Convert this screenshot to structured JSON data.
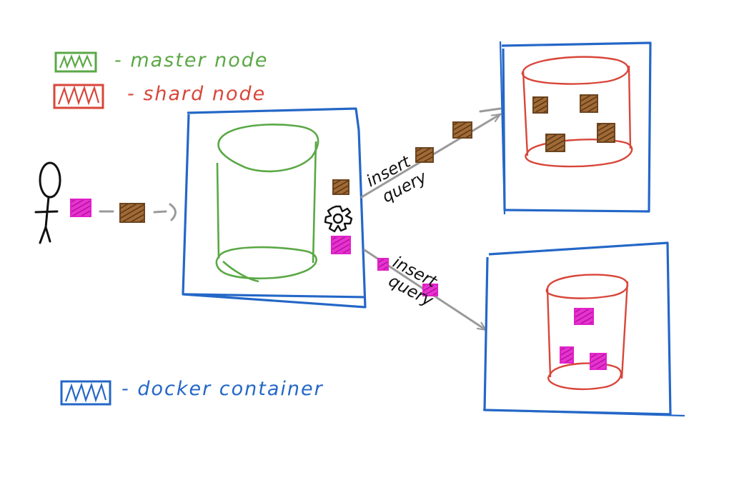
{
  "legend": {
    "master": {
      "label": "- master node",
      "color": "#5aa845"
    },
    "shard": {
      "label": "- shard node",
      "color": "#d8463a"
    },
    "container": {
      "label": "- docker container",
      "color": "#2467c7"
    }
  },
  "edges": {
    "to_shard_top": {
      "label_line1": "insert",
      "label_line2": "query"
    },
    "to_shard_bottom": {
      "label_line1": "insert",
      "label_line2": "query"
    }
  },
  "colors": {
    "container": "#2467c7",
    "master": "#5aa845",
    "shard": "#d8463a",
    "doc_brown": "#8a5a2b",
    "doc_magenta": "#e020c8",
    "arrow": "#9a9a9a",
    "ink": "#111111"
  },
  "icons": {
    "user": "stick-figure-icon",
    "router": "gear-icon",
    "document": "data-block-icon"
  }
}
